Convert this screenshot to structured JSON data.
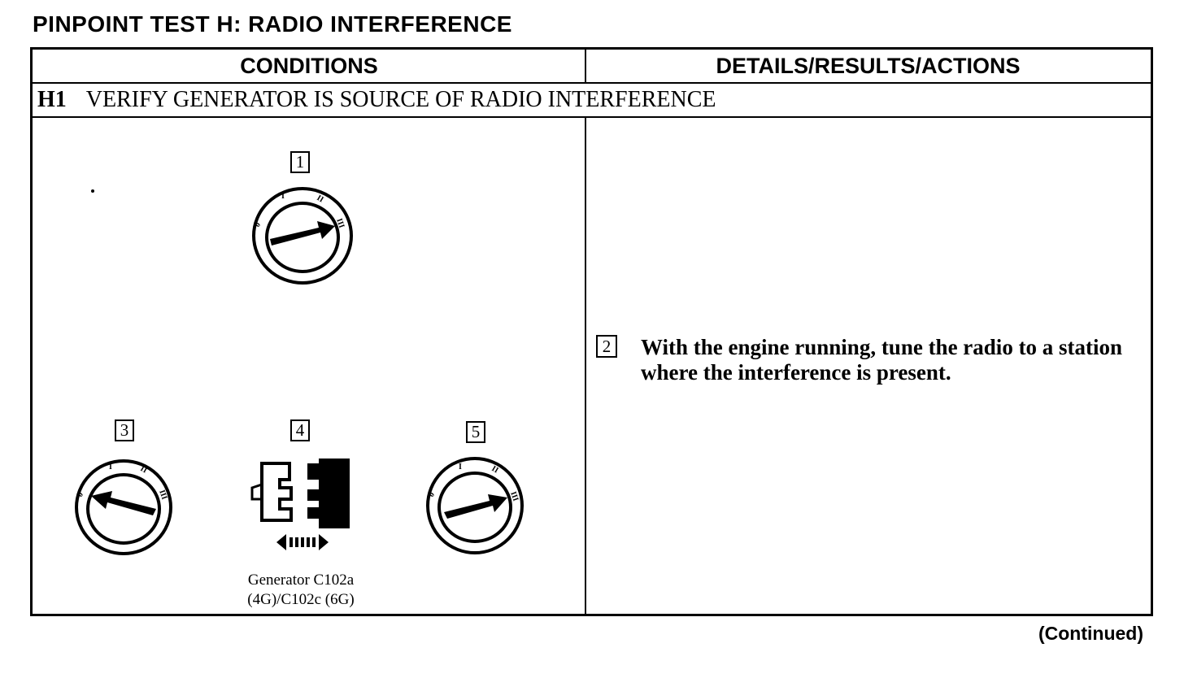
{
  "title": "PINPOINT TEST H:  RADIO INTERFERENCE",
  "table": {
    "headers": {
      "conditions": "CONDITIONS",
      "details": "DETAILS/RESULTS/ACTIONS"
    },
    "step": {
      "id": "H1",
      "text": "VERIFY GENERATOR IS SOURCE OF RADIO INTERFERENCE"
    }
  },
  "figures": {
    "callout_1": "1",
    "callout_3": "3",
    "callout_4": "4",
    "callout_5": "5",
    "dial_labels": [
      "0",
      "I",
      "II",
      "III"
    ],
    "connector_caption_line1": "Generator C102a",
    "connector_caption_line2": "(4G)/C102c (6G)"
  },
  "action": {
    "callout": "2",
    "text": "With the engine running, tune the radio to a station where the interference is present."
  },
  "footer": {
    "continued": "(Continued)"
  }
}
